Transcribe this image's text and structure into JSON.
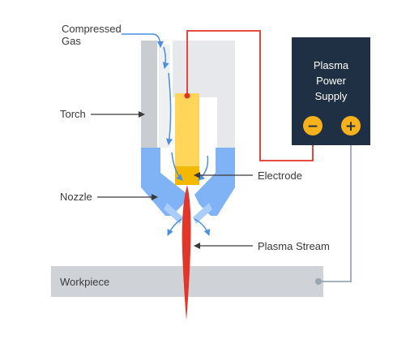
{
  "labels": {
    "compressed_gas_line1": "Compressed",
    "compressed_gas_line2": "Gas",
    "torch": "Torch",
    "nozzle": "Nozzle",
    "electrode": "Electrode",
    "plasma_stream": "Plasma Stream",
    "workpiece": "Workpiece"
  },
  "power_supply": {
    "line1": "Plasma",
    "line2": "Power",
    "line3": "Supply",
    "negative_symbol": "−",
    "positive_symbol": "+"
  },
  "colors": {
    "torch_gray": "#c9ccd1",
    "torch_light": "#e6e8eb",
    "nozzle_blue": "#7fb3f5",
    "electrode_yellow": "#ffd55a",
    "electrode_tip": "#f5b800",
    "plasma_red": "#e3362b",
    "wire_red": "#e0342a",
    "wire_gray": "#9aa5b1",
    "power_supply_navy": "#1f2f44",
    "pole_orange": "#f7b21b",
    "workpiece_gray": "#cfd3d8",
    "arrow_blue": "#4a8fe0"
  }
}
